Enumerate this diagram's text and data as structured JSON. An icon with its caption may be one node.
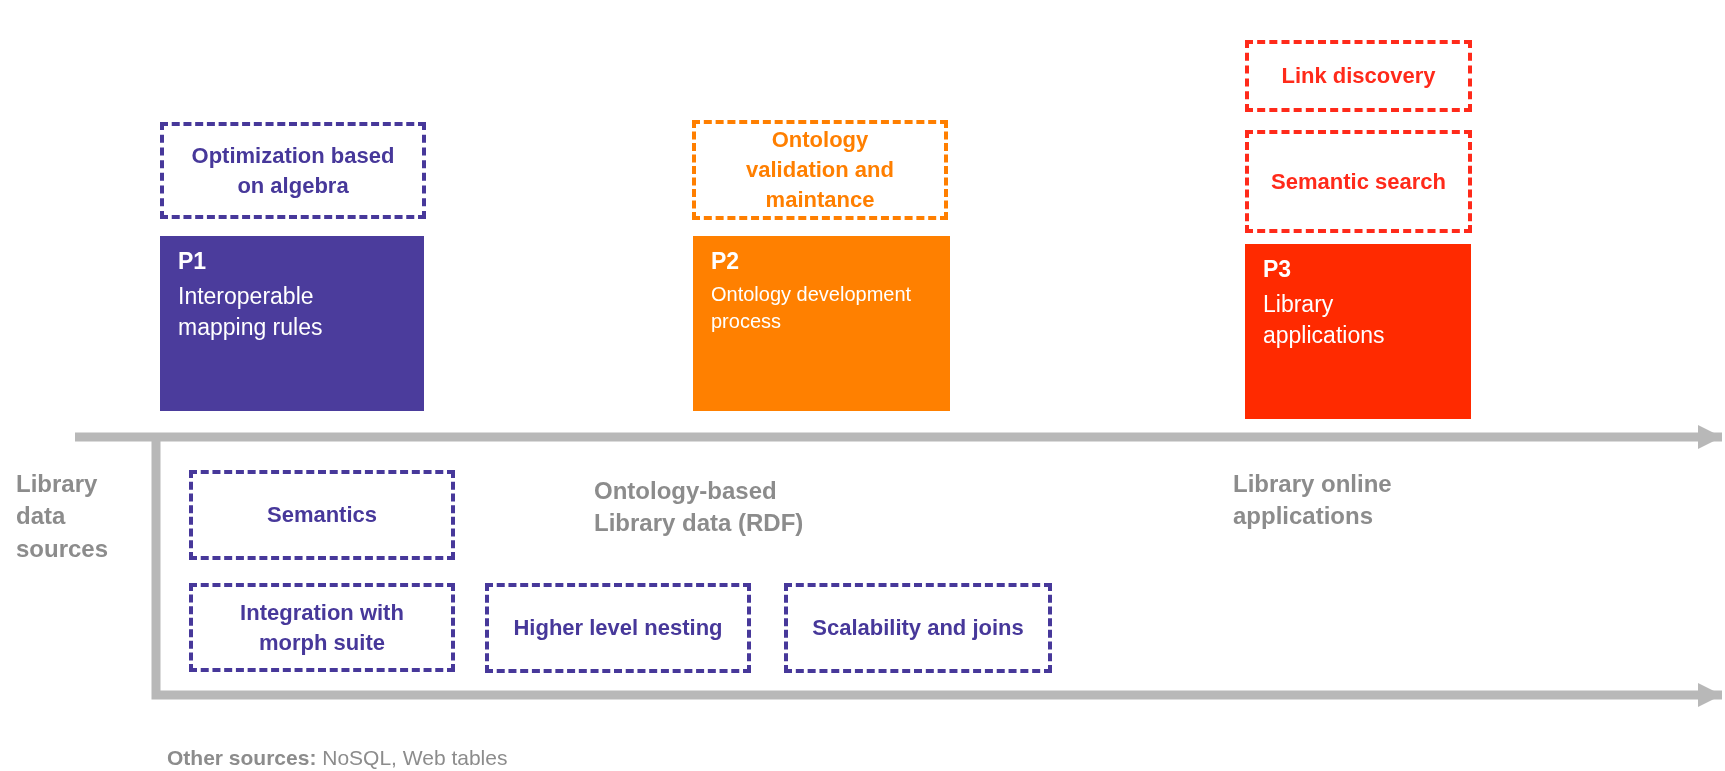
{
  "diagram": {
    "nodes": [
      {
        "text": [
          "Link discovery"
        ]
      },
      {
        "text": [
          "Optimization based on algebra"
        ]
      },
      {
        "text": [
          "Ontology validation and maintance"
        ]
      },
      {
        "text": [
          "Semantic search"
        ]
      },
      {
        "text": [
          "P1",
          "Interoperable mapping rules"
        ]
      },
      {
        "text": [
          "P2",
          "Ontology development process"
        ]
      },
      {
        "text": [
          "P3",
          "Library applications"
        ]
      },
      {
        "text": [
          "Library data sources"
        ]
      },
      {
        "text": [
          "Semantics"
        ]
      },
      {
        "text": [
          "Integration with morph suite"
        ]
      },
      {
        "text": [
          "Higher level nesting"
        ]
      },
      {
        "text": [
          "Scalability and joins"
        ]
      }
    ],
    "edges": [
      {
        "from": 7,
        "to": null,
        "arrow": "to"
      },
      {
        "from": 7,
        "to": null,
        "arrow": "to"
      }
    ],
    "labels": [
      "Ontology-based Library data (RDF)",
      "Library online applications",
      "**Other sources:** NoSQL, Web tables"
    ]
  }
}
